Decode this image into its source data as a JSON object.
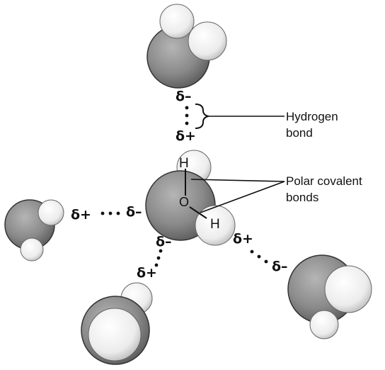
{
  "labels": {
    "hydrogen_bond": [
      "Hydrogen",
      "bond"
    ],
    "polar_covalent": [
      "Polar covalent",
      "bonds"
    ]
  },
  "atoms": {
    "H": "H",
    "O": "O"
  },
  "charges": {
    "neg": "δ–",
    "pos": "δ+"
  },
  "colors": {
    "oxygen": "#8a8a8a",
    "hydrogen": "#ececec",
    "line": "#111111"
  }
}
